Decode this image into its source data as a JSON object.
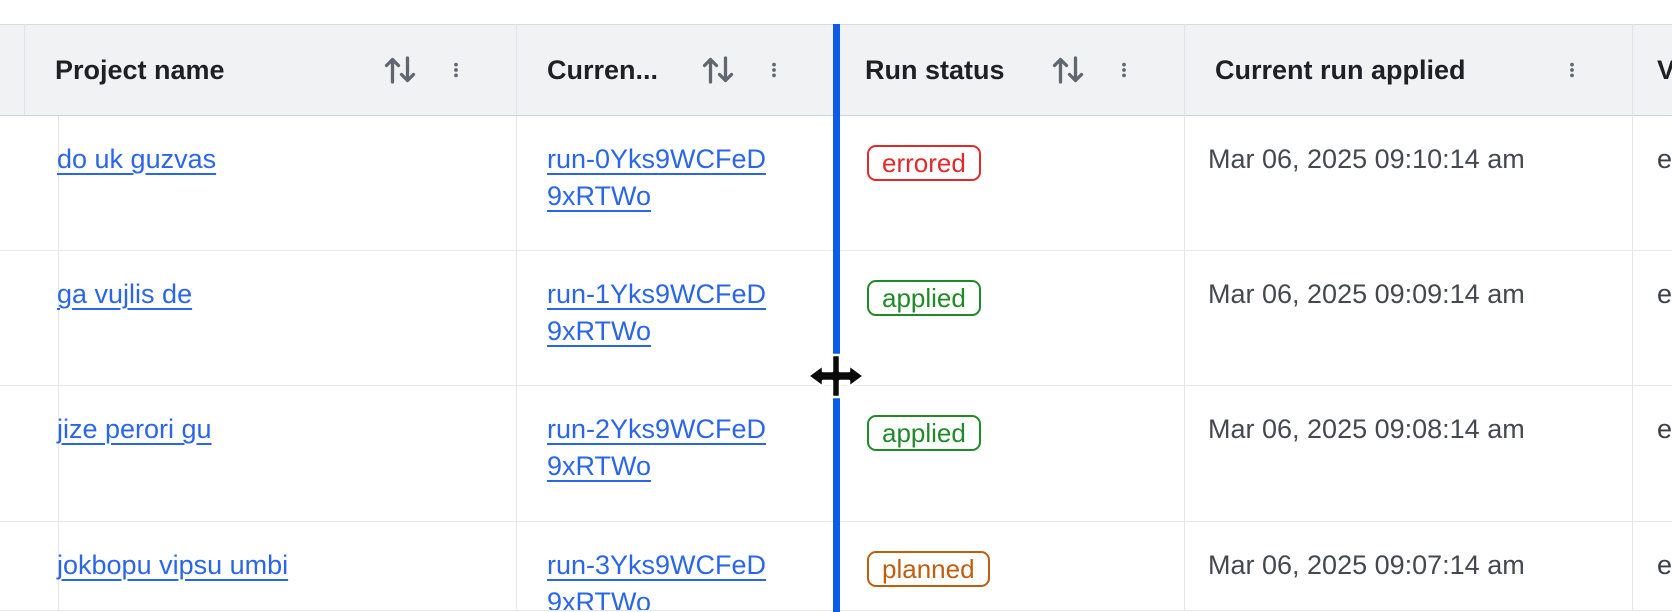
{
  "header": {
    "columns": [
      {
        "label": "",
        "has_sort": false,
        "has_menu": false
      },
      {
        "label": "Project name",
        "has_sort": true,
        "has_menu": true
      },
      {
        "label": "Curren...",
        "has_sort": true,
        "has_menu": true
      },
      {
        "label": "Run status",
        "has_sort": true,
        "has_menu": true
      },
      {
        "label": "Current run applied",
        "has_sort": false,
        "has_menu": true
      },
      {
        "label": "V",
        "has_sort": false,
        "has_menu": false
      }
    ]
  },
  "rows": [
    {
      "project_name": "do uk guzvas",
      "current_run": "run-0Yks9WCFeD9xRTWo",
      "run_status": "errored",
      "current_run_applied": "Mar 06, 2025 09:10:14 am",
      "last_cell": "e"
    },
    {
      "project_name": "ga vujlis de",
      "current_run": "run-1Yks9WCFeD9xRTWo",
      "run_status": "applied",
      "current_run_applied": "Mar 06, 2025 09:09:14 am",
      "last_cell": "e"
    },
    {
      "project_name": "jize perori gu",
      "current_run": "run-2Yks9WCFeD9xRTWo",
      "run_status": "applied",
      "current_run_applied": "Mar 06, 2025 09:08:14 am",
      "last_cell": "e"
    },
    {
      "project_name": "jokbopu vipsu umbi",
      "current_run": "run-3Yks9WCFeD9xRTWo",
      "run_status": "planned",
      "current_run_applied": "Mar 06, 2025 09:07:14 am",
      "last_cell": "e"
    }
  ],
  "status_colors": {
    "errored": "#e12b2b",
    "applied": "#1f8a27",
    "planned": "#c05e0e"
  },
  "colors": {
    "link": "#2a66e8",
    "resize_bar": "#0d5ce8",
    "header_bg": "#f1f2f3",
    "header_text": "#1d2025",
    "body_text": "#44484f",
    "icon_gray": "#606771"
  },
  "icons": {
    "sort": "sort-arrows-icon",
    "menu": "kebab-menu-icon",
    "cursor": "column-resize-cursor"
  }
}
